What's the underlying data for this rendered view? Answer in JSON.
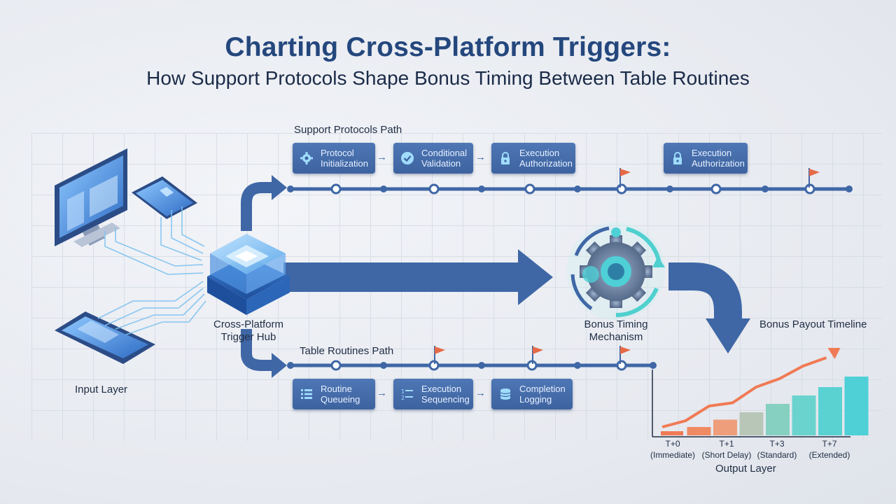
{
  "title": "Charting Cross-Platform Triggers:",
  "subtitle": "How Support Protocols Shape Bonus Timing Between Table Routines",
  "support_path": {
    "label": "Support Protocols Path",
    "steps": [
      {
        "label": "Protocol\nInitialization",
        "icon": "gear-icon"
      },
      {
        "label": "Conditional\nValidation",
        "icon": "check-circle-icon"
      },
      {
        "label": "Execution\nAuthorization",
        "icon": "lock-icon"
      },
      {
        "label": "Execution\nAuthorization",
        "icon": "lock-icon"
      }
    ]
  },
  "table_path": {
    "label": "Table Routines Path",
    "steps": [
      {
        "label": "Routine\nQueueing",
        "icon": "list-icon"
      },
      {
        "label": "Execution\nSequencing",
        "icon": "sequence-icon"
      },
      {
        "label": "Completion\nLogging",
        "icon": "database-icon"
      }
    ]
  },
  "hub_label": "Cross-Platform\nTrigger Hub",
  "input_layer_label": "Input Layer",
  "bonus_timing_label": "Bonus Timing\nMechanism",
  "output_layer_label": "Output Layer",
  "chart_data": {
    "type": "bar",
    "title": "Bonus Payout Timeline",
    "categories": [
      "T+0\n(Immediate)",
      "T+1\n(Short Delay)",
      "T+3\n(Standard)",
      "T+7\n(Extended)"
    ],
    "values": [
      8,
      16,
      30,
      44,
      60,
      76,
      92,
      112
    ],
    "trend": [
      16,
      28,
      56,
      62,
      92,
      108,
      132,
      148
    ],
    "ylim": [
      0,
      160
    ],
    "colors": [
      "#f07a55",
      "#f08a62",
      "#ee9e7a",
      "#b8c6b8",
      "#86d0c2",
      "#6bd3cd",
      "#5ad2d2",
      "#4fcfd6"
    ],
    "trend_color": "#f07a55"
  },
  "colors": {
    "accent": "#3f67a6",
    "title": "#24477d",
    "flag": "#e66a47"
  }
}
